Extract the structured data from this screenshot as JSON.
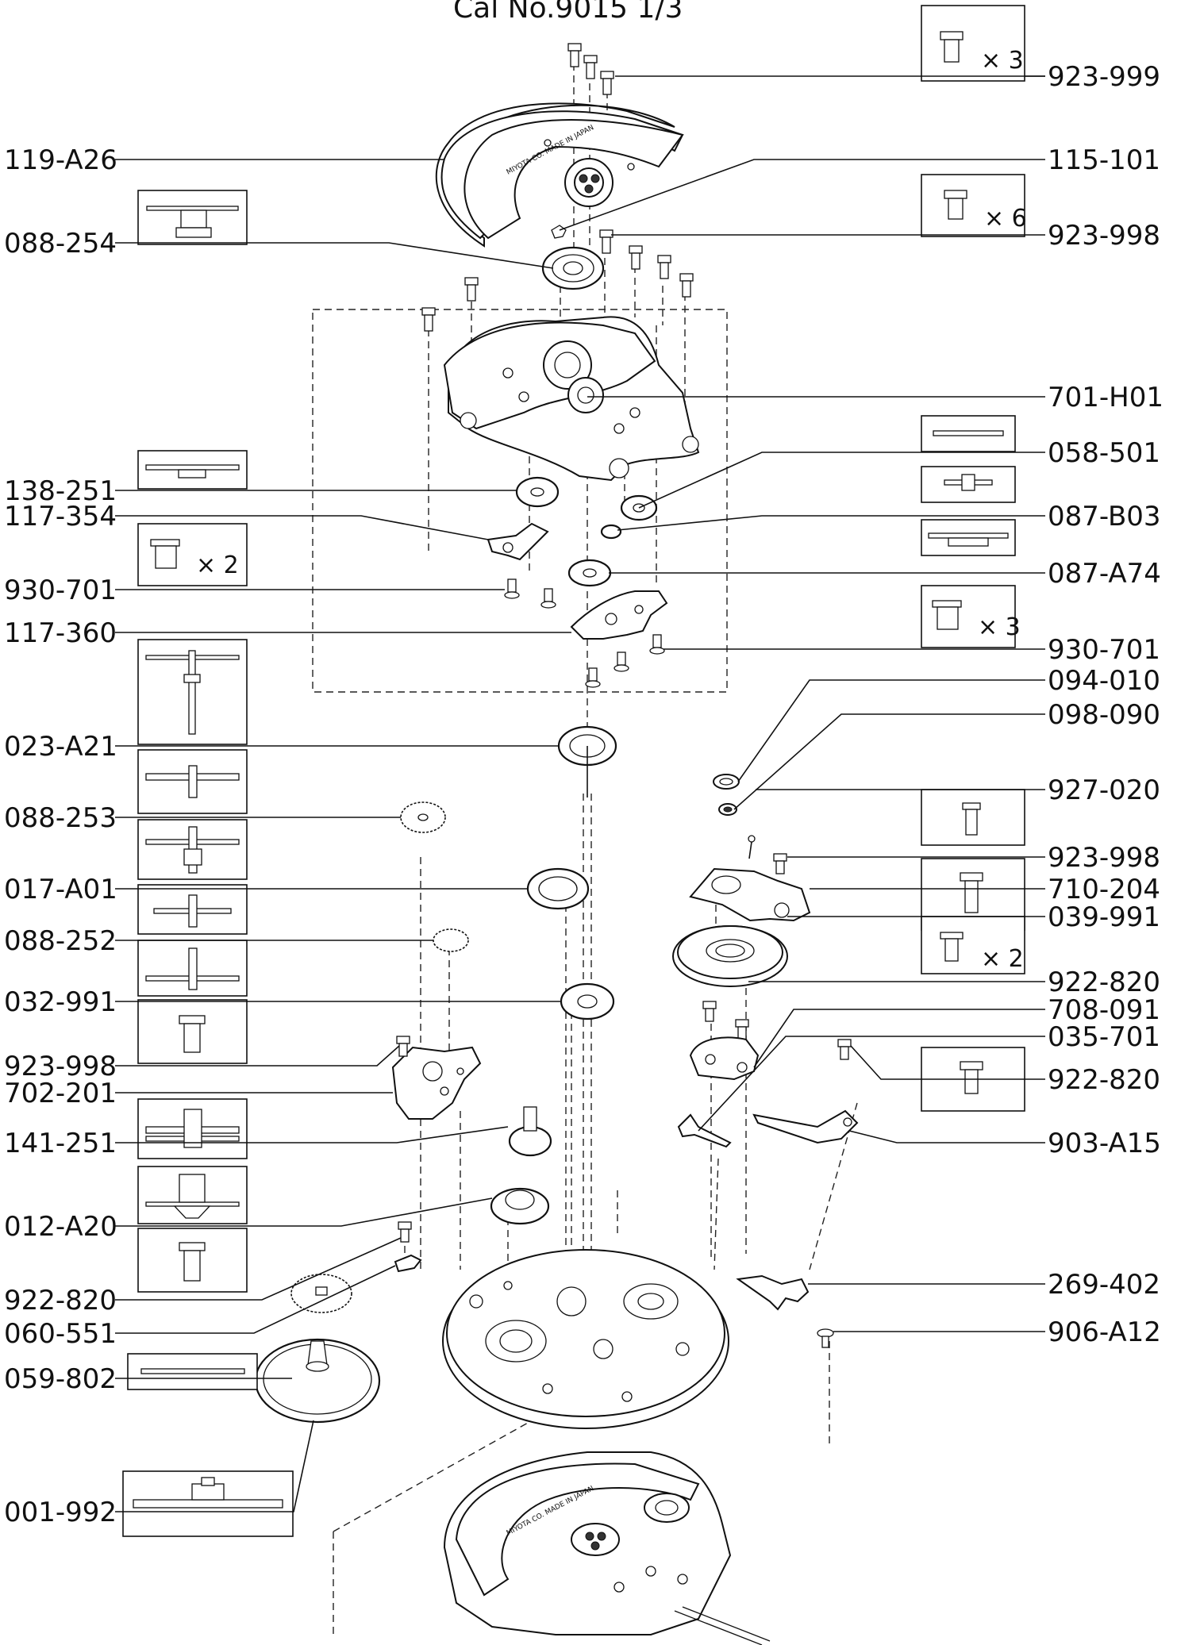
{
  "title": "Cal No.9015 1/3",
  "labels": {
    "l_923_999": "923-999",
    "l_119_A26": "119-A26",
    "l_115_101": "115-101",
    "l_088_254": "088-254",
    "l_923_998_a": "923-998",
    "l_701_H01": "701-H01",
    "l_058_501": "058-501",
    "l_138_251": "138-251",
    "l_117_354": "117-354",
    "l_087_B03": "087-B03",
    "l_087_A74": "087-A74",
    "l_930_701_a": "930-701",
    "l_117_360": "117-360",
    "l_930_701_b": "930-701",
    "l_094_010": "094-010",
    "l_098_090": "098-090",
    "l_023_A21": "023-A21",
    "l_927_020": "927-020",
    "l_088_253": "088-253",
    "l_923_998_b": "923-998",
    "l_017_A01": "017-A01",
    "l_710_204": "710-204",
    "l_039_991": "039-991",
    "l_088_252": "088-252",
    "l_922_820_a": "922-820",
    "l_032_991": "032-991",
    "l_708_091": "708-091",
    "l_923_998_c": "923-998",
    "l_035_701": "035-701",
    "l_702_201": "702-201",
    "l_922_820_b": "922-820",
    "l_141_251": "141-251",
    "l_903_A15": "903-A15",
    "l_012_A20": "012-A20",
    "l_922_820_c": "922-820",
    "l_269_402": "269-402",
    "l_060_551": "060-551",
    "l_906_A12": "906-A12",
    "l_059_802": "059-802",
    "l_001_992": "001-992"
  },
  "multipliers": {
    "m_923_999": "× 3",
    "m_923_998": "× 6",
    "m_930_701_a": "× 2",
    "m_930_701_b": "× 3",
    "m_922_820": "× 2"
  },
  "engravings": {
    "rotor_top": "MIYOTA CO. MADE IN JAPAN",
    "rotor_bottom": "MIYOTA CO. MADE IN JAPAN"
  }
}
